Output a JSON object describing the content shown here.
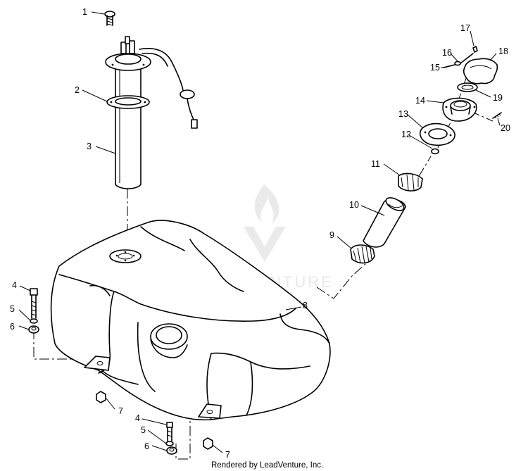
{
  "callouts": [
    {
      "id": "c1",
      "text": "1"
    },
    {
      "id": "c2",
      "text": "2"
    },
    {
      "id": "c3",
      "text": "3"
    },
    {
      "id": "c4a",
      "text": "4"
    },
    {
      "id": "c5a",
      "text": "5"
    },
    {
      "id": "c6a",
      "text": "6"
    },
    {
      "id": "c7a",
      "text": "7"
    },
    {
      "id": "c4b",
      "text": "4"
    },
    {
      "id": "c5b",
      "text": "5"
    },
    {
      "id": "c6b",
      "text": "6"
    },
    {
      "id": "c7b",
      "text": "7"
    },
    {
      "id": "c8",
      "text": "8"
    },
    {
      "id": "c9",
      "text": "9"
    },
    {
      "id": "c10",
      "text": "10"
    },
    {
      "id": "c11",
      "text": "11"
    },
    {
      "id": "c12",
      "text": "12"
    },
    {
      "id": "c13",
      "text": "13"
    },
    {
      "id": "c14",
      "text": "14"
    },
    {
      "id": "c15",
      "text": "15"
    },
    {
      "id": "c16",
      "text": "16"
    },
    {
      "id": "c17",
      "text": "17"
    },
    {
      "id": "c18",
      "text": "18"
    },
    {
      "id": "c19",
      "text": "19"
    },
    {
      "id": "c20",
      "text": "20"
    }
  ],
  "watermark": "LEADVENTURE",
  "footer": "Rendered by LeadVenture, Inc."
}
